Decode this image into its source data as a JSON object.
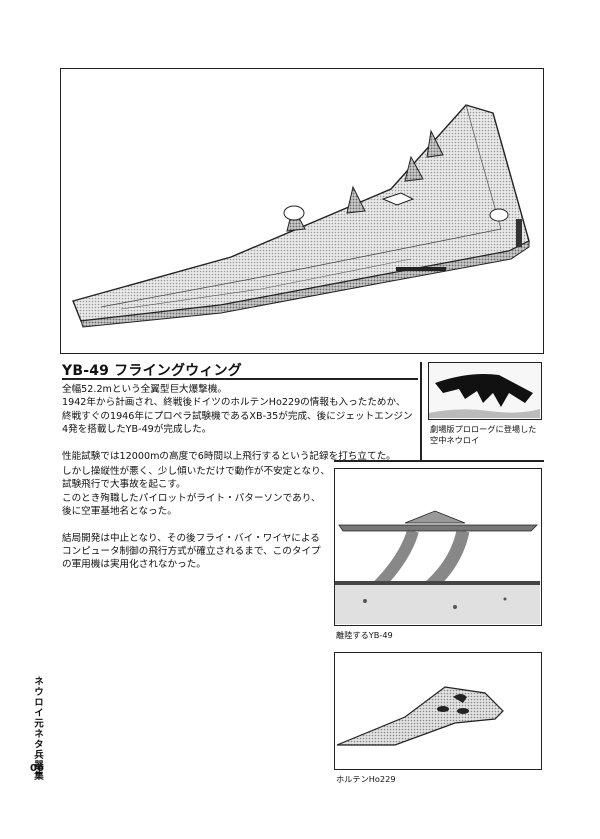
{
  "article": {
    "title": "YB-49 フライングウィング",
    "paragraphs": [
      [
        "全幅52.2mという全翼型巨大爆撃機。",
        "1942年から計画され、終戦後ドイツのホルテンHo229の情報も入ったためか、",
        "終戦すぐの1946年にプロペラ試験機であるXB-35が完成、後にジェットエンジン",
        "4発を搭載したYB-49が完成した。"
      ],
      [
        "性能試験では12000mの高度で6時間以上飛行するという記録を打ち立てた。"
      ],
      [
        "しかし操縦性が悪く、少し傾いただけで動作が不安定となり、",
        "試験飛行で大事故を起こす。",
        "このとき殉職したパイロットがライト・パターソンであり、",
        "後に空軍基地名となった。"
      ],
      [
        "結局開発は中止となり、その後フライ・バイ・ワイヤによる",
        "コンピュータ制御の飛行方式が確立されるまで、このタイプ",
        "の軍用機は実用化されなかった。"
      ]
    ]
  },
  "captions": {
    "neuroi": [
      "劇場版プロローグに登場した",
      "空中ネウロイ"
    ],
    "landing": "離陸するYB-49",
    "horten": "ホルテンHo229"
  },
  "sidebar": {
    "book_title": "ネウロイ元ネタ兵器集",
    "page_number": "06"
  }
}
